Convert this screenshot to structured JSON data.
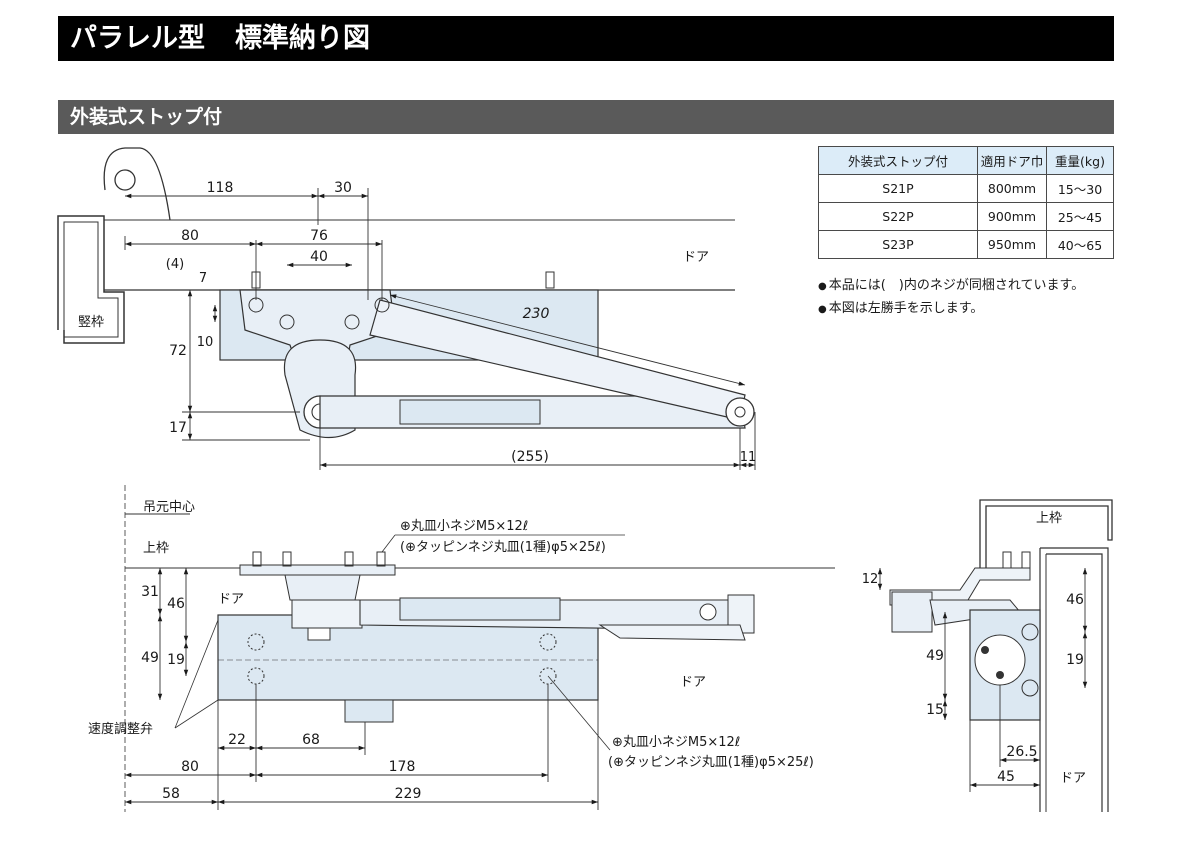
{
  "title": {
    "part1": "パラレル型",
    "part2": "標準納り図"
  },
  "section": "外装式ストップ付",
  "spec_table": {
    "headers": [
      "外装式ストップ付",
      "適用ドア巾",
      "重量(kg)"
    ],
    "rows": [
      [
        "S21P",
        "800mm",
        "15〜30"
      ],
      [
        "S22P",
        "900mm",
        "25〜45"
      ],
      [
        "S23P",
        "950mm",
        "40〜65"
      ]
    ]
  },
  "notes": [
    "本品には(　)内のネジが同梱されています。",
    "本図は左勝手を示します。"
  ],
  "top_view": {
    "dims": [
      "118",
      "30",
      "80",
      "76",
      "40",
      "(4)",
      "7",
      "10",
      "72",
      "17",
      "230",
      "(255)",
      "11"
    ],
    "labels": {
      "frame": "竪枠",
      "door": "ドア"
    }
  },
  "front_view": {
    "labels": {
      "center": "吊元中心",
      "head": "上枠",
      "door_left": "ドア",
      "door_right": "ドア",
      "valve": "速度調整弁"
    },
    "screw_top": {
      "line1": "⊕丸皿小ネジM5×12ℓ",
      "line2": "(⊕タッピンネジ丸皿(1種)φ5×25ℓ)"
    },
    "screw_bottom": {
      "line1": "⊕丸皿小ネジM5×12ℓ",
      "line2": "(⊕タッピンネジ丸皿(1種)φ5×25ℓ)"
    },
    "dims": [
      "31",
      "46",
      "49",
      "19",
      "22",
      "68",
      "80",
      "178",
      "58",
      "229"
    ]
  },
  "side_view": {
    "labels": {
      "head": "上枠",
      "door": "ドア"
    },
    "dims": [
      "12",
      "46",
      "49",
      "19",
      "15",
      "26.5",
      "45"
    ]
  }
}
